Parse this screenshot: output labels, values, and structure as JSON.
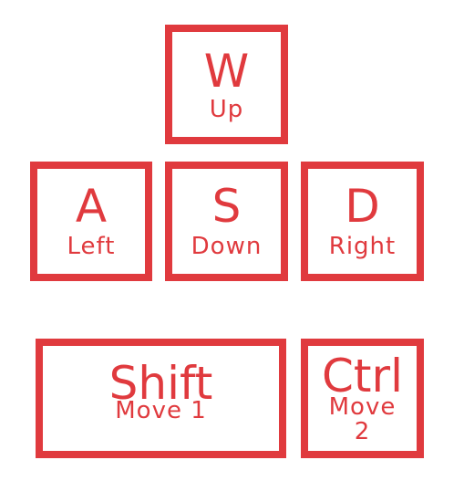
{
  "keys": {
    "w": {
      "letter": "W",
      "action": "Up"
    },
    "a": {
      "letter": "A",
      "action": "Left"
    },
    "s": {
      "letter": "S",
      "action": "Down"
    },
    "d": {
      "letter": "D",
      "action": "Right"
    },
    "shift": {
      "letter": "Shift",
      "action": "Move 1"
    },
    "ctrl": {
      "letter": "Ctrl",
      "action_line1": "Move",
      "action_line2": "2"
    }
  },
  "colors": {
    "accent": "#e03a3e",
    "background": "#ffffff"
  }
}
